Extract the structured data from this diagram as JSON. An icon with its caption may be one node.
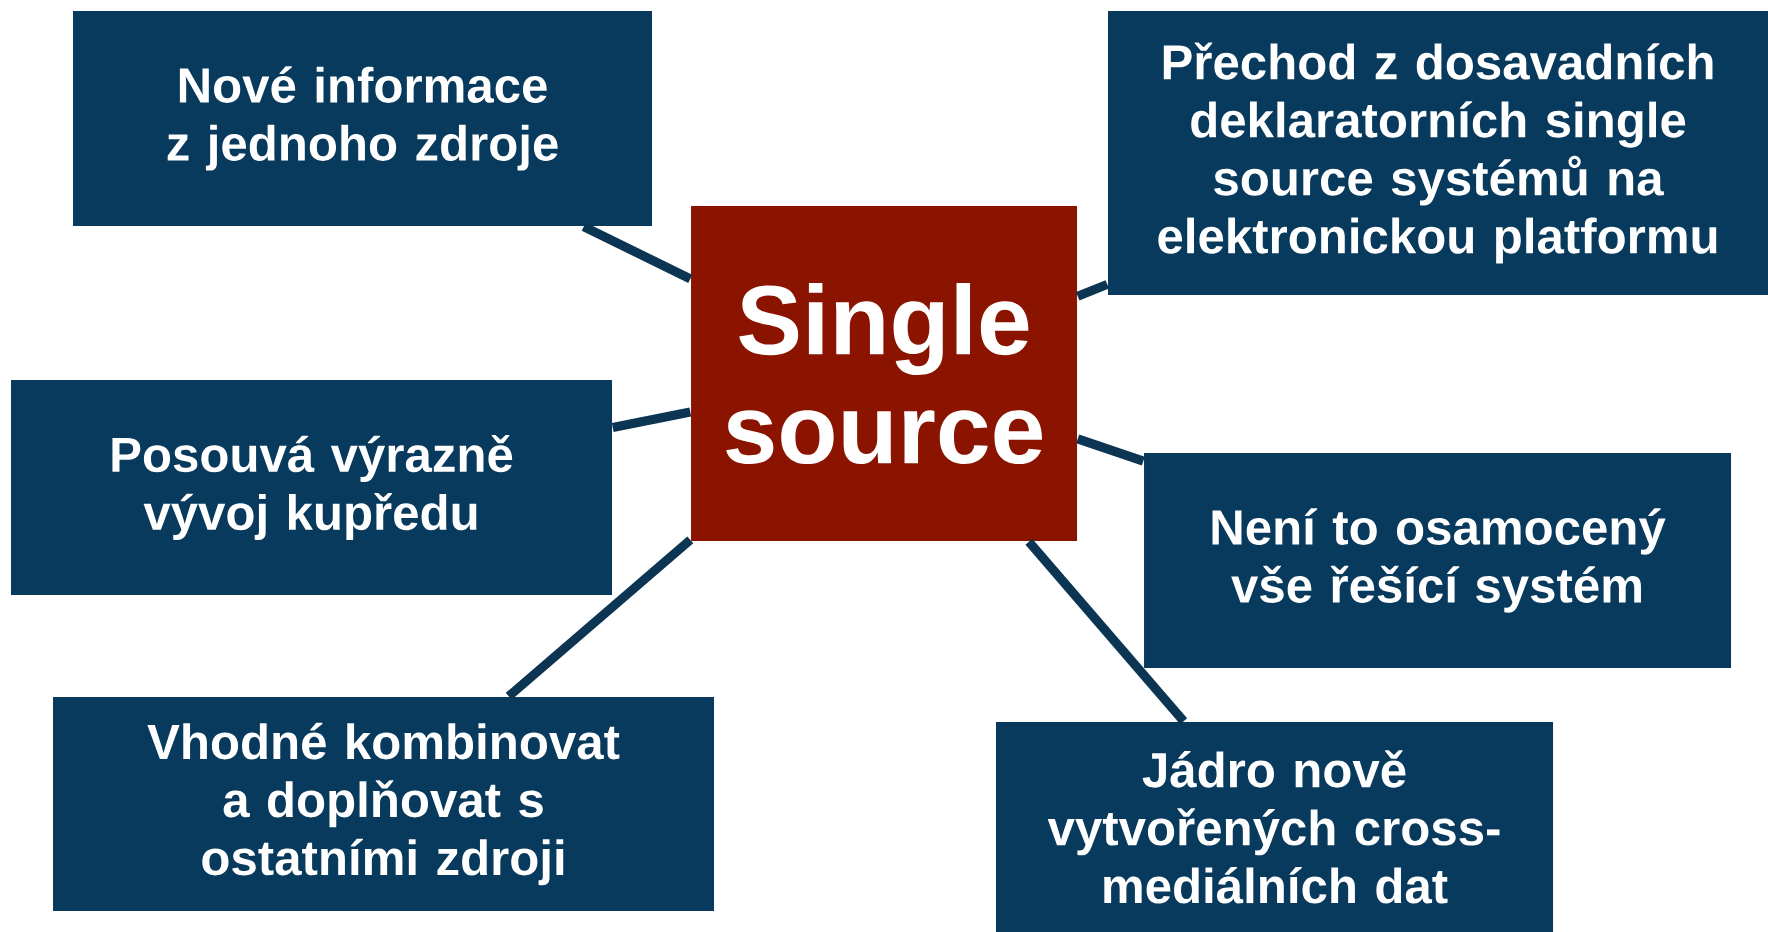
{
  "diagram": {
    "nodes": [
      {
        "text": [
          "Nové informace z jednoho zdroje"
        ]
      },
      {
        "text": [
          "Přechod z dosavadních deklaratorních single source systémů na elektronickou platformu"
        ]
      },
      {
        "text": [
          "Single source"
        ]
      },
      {
        "text": [
          "Posouvá výrazně vývoj kupředu"
        ]
      },
      {
        "text": [
          "Není to osamocený vše řešící systém"
        ]
      },
      {
        "text": [
          "Vhodné kombinovat a doplňovat s ostatními zdroji"
        ]
      },
      {
        "text": [
          "Jádro nově vytvořených cross-mediálních dat"
        ]
      }
    ],
    "edges": [
      {
        "from": 2,
        "to": 0,
        "arrow": "none"
      },
      {
        "from": 2,
        "to": 1,
        "arrow": "none"
      },
      {
        "from": 2,
        "to": 3,
        "arrow": "none"
      },
      {
        "from": 2,
        "to": 4,
        "arrow": "none"
      },
      {
        "from": 2,
        "to": 5,
        "arrow": "none"
      },
      {
        "from": 2,
        "to": 6,
        "arrow": "none"
      }
    ]
  }
}
